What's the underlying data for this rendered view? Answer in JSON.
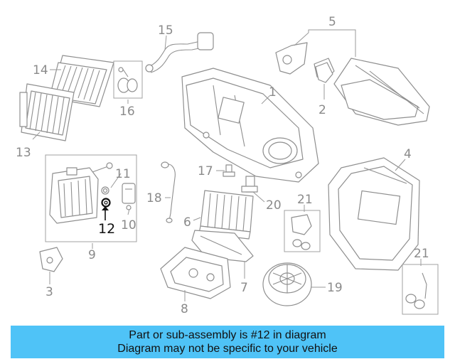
{
  "diagram": {
    "highlight_color": "#111111",
    "part_color": "#8f8f8f",
    "callouts": {
      "c1": "1",
      "c2": "2",
      "c3": "3",
      "c4": "4",
      "c5": "5",
      "c6": "6",
      "c7": "7",
      "c8": "8",
      "c9": "9",
      "c10": "10",
      "c11": "11",
      "c12": "12",
      "c13": "13",
      "c14": "14",
      "c15": "15",
      "c16": "16",
      "c17": "17",
      "c18": "18",
      "c19": "19",
      "c20": "20",
      "c21a": "21",
      "c21b": "21"
    },
    "highlighted_part": "12"
  },
  "banner": {
    "background": "#4fc3f7",
    "line1": "Part or sub-assembly is #12 in diagram",
    "line2": "Diagram may not be specific to your vehicle"
  }
}
